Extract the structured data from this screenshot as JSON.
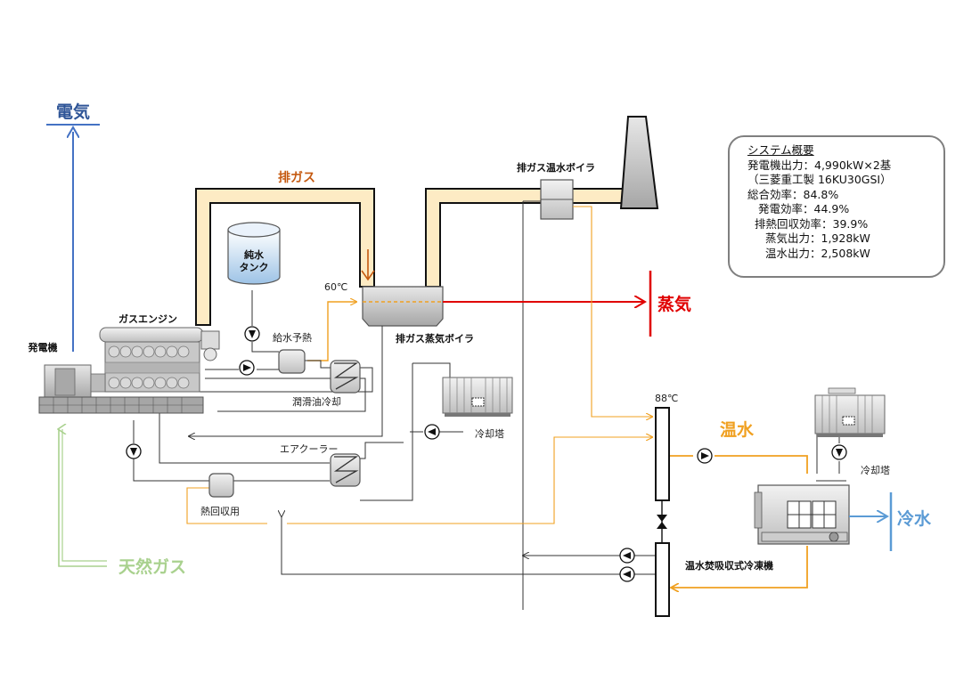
{
  "colors": {
    "electric": "#4472c4",
    "steam": "#e00000",
    "exhaust_label": "#c55a11",
    "hot_water": "#f0a020",
    "hot_water_label": "#f0a020",
    "cold_water": "#5b9bd5",
    "natural_gas": "#a9d18e",
    "exhaust_fill": "#fdebc4"
  },
  "outputs": {
    "electricity": "電気",
    "steam": "蒸気",
    "hot_water": "温水",
    "cold_water": "冷水",
    "natural_gas": "天然ガス"
  },
  "labels": {
    "exhaust_gas": "排ガス",
    "exhaust_hot_water_boiler": "排ガス温水ボイラ",
    "pure_water_tank_1": "純水",
    "pure_water_tank_2": "タンク",
    "temp_60": "60℃",
    "exhaust_steam_boiler": "排ガス蒸気ボイラ",
    "gas_engine": "ガスエンジン",
    "generator": "発電機",
    "feedwater_preheat": "給水予熱",
    "lube_oil_cooling": "潤滑油冷却",
    "cooling_tower_1": "冷却塔",
    "air_cooler": "エアクーラー",
    "heat_recovery": "熱回収用",
    "temp_88": "88℃",
    "cooling_tower_2": "冷却塔",
    "absorption_chiller": "温水焚吸収式冷凍機"
  },
  "system_overview": {
    "title": "システム概要",
    "lines": [
      "発電機出力：4,990kW×2基",
      "（三菱重工製 16KU30GSI）",
      "総合効率：84.8%",
      "発電効率：44.9%",
      "排熱回収効率：39.9%",
      "蒸気出力：1,928kW",
      "温水出力：2,508kW"
    ]
  }
}
